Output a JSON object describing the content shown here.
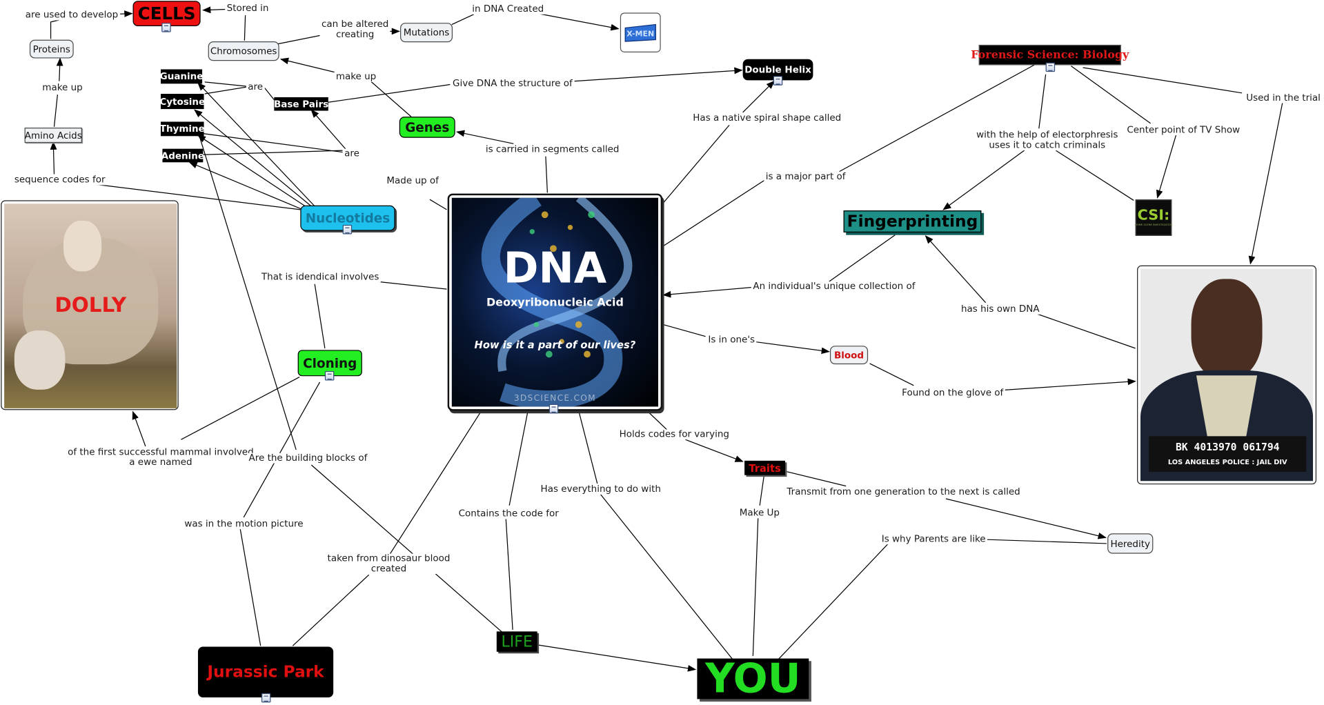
{
  "nodes": {
    "cells": "CELLS",
    "proteins": "Proteins",
    "amino_acids": "Amino Acids",
    "chromosomes": "Chromosomes",
    "mutations": "Mutations",
    "xmen_logo": "X-MEN",
    "guanine": "Guanine",
    "cytosine": "Cytosine",
    "thymine": "Thymine",
    "adenine": "Adenine",
    "base_pairs": "Base Pairs",
    "genes": "Genes",
    "double_helix": "Double Helix",
    "nucleotides": "Nucleotides",
    "dna_title": "DNA",
    "dna_subtitle": "Deoxyribonucleic Acid",
    "dna_question": "How is it a part of our lives?",
    "dna_watermark": "3DSCIENCE.COM",
    "forensic": "Forensic Science: Biology",
    "fingerprinting": "Fingerprinting",
    "csi_logo": "CSI:",
    "csi_sub": "CRIME SCENE INVESTIGATION",
    "dolly": "DOLLY",
    "cloning": "Cloning",
    "blood": "Blood",
    "traits": "Traits",
    "heredity": "Heredity",
    "mugshot_plate1": "BK 4013970 061794",
    "mugshot_plate2": "LOS ANGELES POLICE : JAIL DIV",
    "life": "LIFE",
    "you": "YOU",
    "jurassic": "Jurassic Park"
  },
  "links": {
    "are_used_to_develop": "are used to develop",
    "stored_in": "Stored in",
    "can_be_altered": "can be altered\ncreating",
    "in_dna_created": "in DNA Created",
    "make_up_1": "make up",
    "make_up_2": "make up",
    "are_1": "are",
    "are_2": "are",
    "sequence_codes_for": "sequence codes for",
    "give_structure": "Give DNA the structure of",
    "carried_in_segments": "is carried in segments called",
    "made_up_of": "Made up of",
    "native_spiral": "Has a native spiral shape called",
    "major_part": "is a major part of",
    "electrophoresis": "with the help of electorphresis\nuses it to catch criminals",
    "center_point": "Center point of TV Show",
    "used_in_trial": "Used in the trial of",
    "identical_involves": "That is idendical involves",
    "unique_collection": "An individual's unique collection of",
    "own_dna": "has his own DNA",
    "is_in_ones": "Is in one's",
    "found_on_glove": "Found on the glove of",
    "first_mammal": "of the first successful mammal involved\na ewe named",
    "building_blocks": "Are the building blocks of",
    "holds_codes": "Holds codes for varying",
    "everything_to_do": "Has everything to do with",
    "transmit": "Transmit from one generation to the next is called",
    "contains_code": "Contains the code for",
    "make_up_traits": "Make Up",
    "motion_picture": "was in the motion picture",
    "dinosaur_blood": "taken from dinosaur blood\ncreated",
    "why_parents": "Is why Parents are like"
  },
  "colors": {
    "cells_red": "#ee1111",
    "green_node": "#22ee22",
    "nucleotide_blue": "#1ec0ee",
    "teal": "#1e8f86",
    "traits_red": "#e01010",
    "you_green": "#22cc22"
  }
}
